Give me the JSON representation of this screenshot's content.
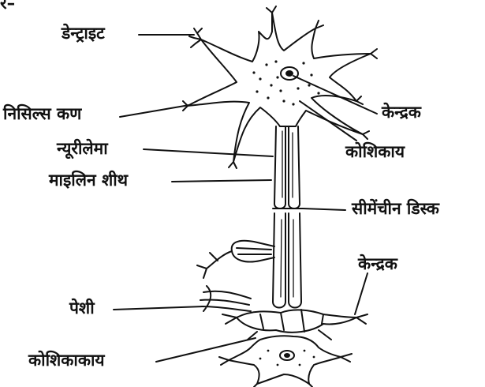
{
  "corner_text": "र–",
  "labels": {
    "dendrite": "डेन्ट्राइट",
    "nissl": "निसिल्स कण",
    "nucleus_top": "केन्द्रक",
    "neurilemma": "न्यूरीलेमा",
    "cell_body_top": "कोशिकाय",
    "myelin": "माइलिन शीथ",
    "node": "सीमेंचीन डिस्क",
    "nucleus_bottom": "केन्द्रक",
    "muscle": "पेशी",
    "cell_body_bottom": "कोशिकाकाय"
  },
  "colors": {
    "ink": "#111111",
    "background": "#ffffff"
  }
}
